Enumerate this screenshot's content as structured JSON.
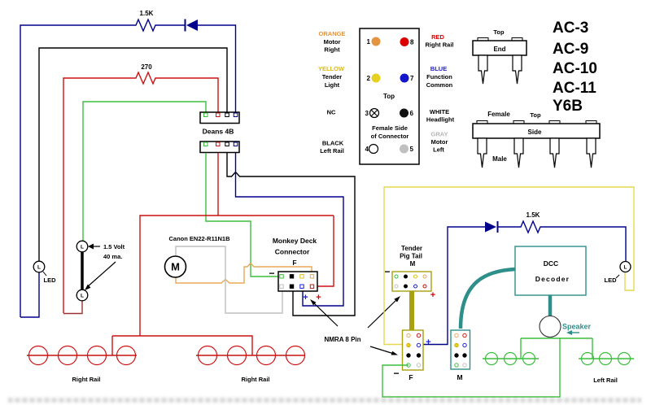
{
  "colors": {
    "wire_blue": "#00008B",
    "wire_black": "#000000",
    "wire_red": "#CC1111",
    "wire_maroon": "#993333",
    "wire_green": "#3CBE3C",
    "wire_yellow": "#E5D84E",
    "wire_orange": "#E8A85A",
    "wire_gray": "#BFBFBF",
    "wire_olive": "#A8A010",
    "wire_teal": "#2E8F8A",
    "legend_orange": "#E39440",
    "legend_yellow": "#D9B81A",
    "legend_red": "#DD0000",
    "legend_blue": "#2020CC",
    "legend_gray": "#B5B5B5"
  },
  "symbols": {
    "lamp_terminal": "L"
  },
  "loco": {
    "resistor_blue": "1.5K",
    "resistor_red": "270",
    "deans_label": "Deans 4B",
    "led_label": "LED",
    "lamp_note_line1": "1.5 Volt",
    "lamp_note_line2": "40 ma.",
    "motor_model": "Canon EN22-R11N1B",
    "motor_m": "M",
    "monkey_deck_line1": "Monkey Deck",
    "monkey_deck_line2": "Connector",
    "monkey_deck_f": "F",
    "minus": "−",
    "plus": "+",
    "nmra_label": "NMRA 8 Pin",
    "right_rail_front": "Right Rail",
    "right_rail_rear": "Right Rail"
  },
  "legend": {
    "top": "Top",
    "female_side_line1": "Female Side",
    "female_side_line2": "of Connector",
    "pin1": "1",
    "pin2": "2",
    "pin3": "3",
    "pin4": "4",
    "pin5": "5",
    "pin6": "6",
    "pin7": "7",
    "pin8": "8",
    "orange_name": "ORANGE",
    "orange_line1": "Motor",
    "orange_line2": "Right",
    "yellow_name": "YELLOW",
    "yellow_line1": "Tender",
    "yellow_line2": "Light",
    "nc": "NC",
    "black_name": "BLACK",
    "black_line1": "Left Rail",
    "red_name": "RED",
    "red_line1": "Right Rail",
    "blue_name": "BLUE",
    "blue_line1": "Function",
    "blue_line2": "Common",
    "white_name": "WHITE",
    "white_line1": "Headlight",
    "gray_name": "GRAY",
    "gray_line1": "Motor",
    "gray_line2": "Left"
  },
  "plugs": {
    "top_end": "Top",
    "end": "End",
    "female": "Female",
    "top_side": "Top",
    "side": "Side",
    "male": "Male",
    "models": [
      "AC-3",
      "AC-9",
      "AC-10",
      "AC-11",
      "Y6B"
    ]
  },
  "tender": {
    "pigtail_line1": "Tender",
    "pigtail_line2": "Pig Tail",
    "pigtail_m": "M",
    "resistor_blue": "1.5K",
    "dcc_line1": "DCC",
    "dcc_line2": "Decoder",
    "speaker_label": "Speaker",
    "led_label": "LED",
    "f_label": "F",
    "m_label": "M",
    "minus": "−",
    "plus": "+",
    "left_rail": "Left Rail"
  }
}
